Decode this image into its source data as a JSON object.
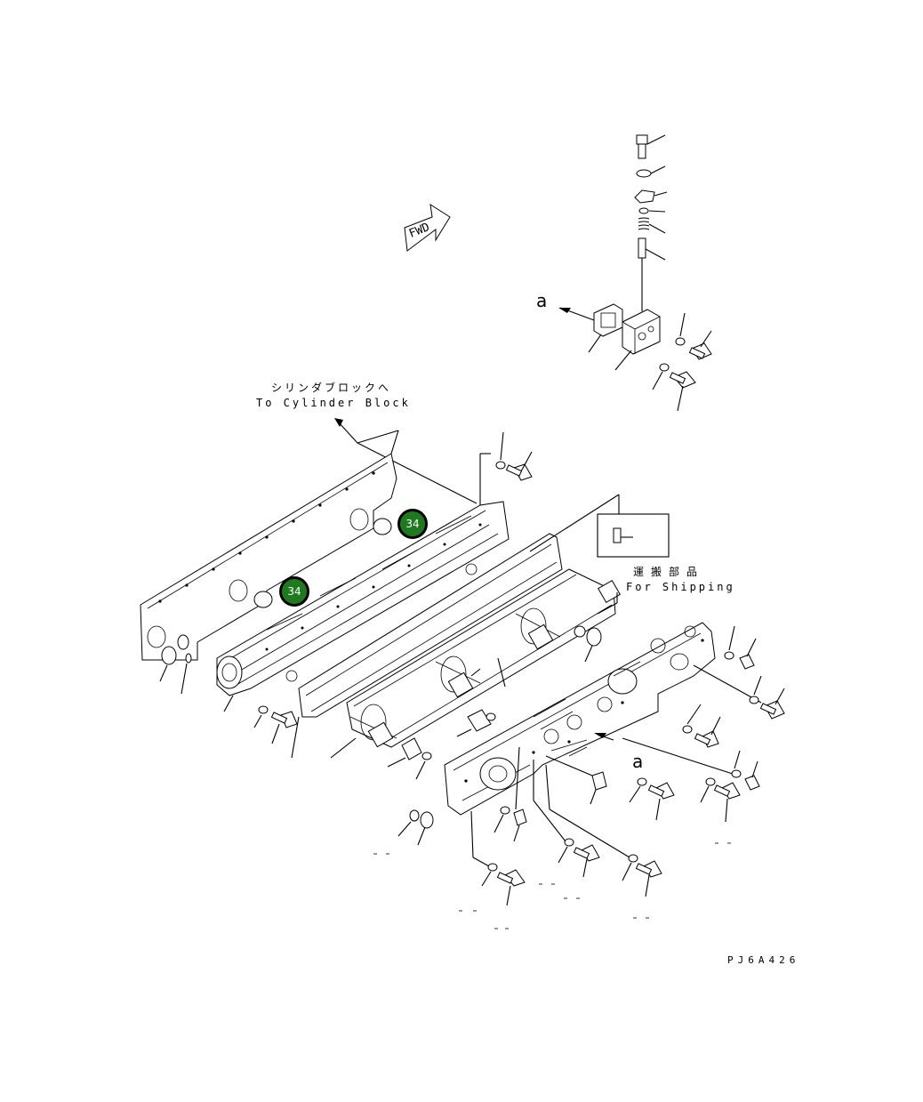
{
  "fwd_label": "FWD",
  "to_cylinder_block_jp": "シリンダブロックへ",
  "to_cylinder_block_en": "To Cylinder Block",
  "for_shipping_jp": "運搬部品",
  "for_shipping_en": "For Shipping",
  "view_ref_top": "a",
  "view_ref_bottom": "a",
  "callouts": [
    {
      "number": "34",
      "target": "cooler-o-ring-upper"
    },
    {
      "number": "34",
      "target": "cooler-o-ring-lower"
    }
  ],
  "drawing_code": "PJ6A426",
  "badge_color": "#1f7a1f"
}
